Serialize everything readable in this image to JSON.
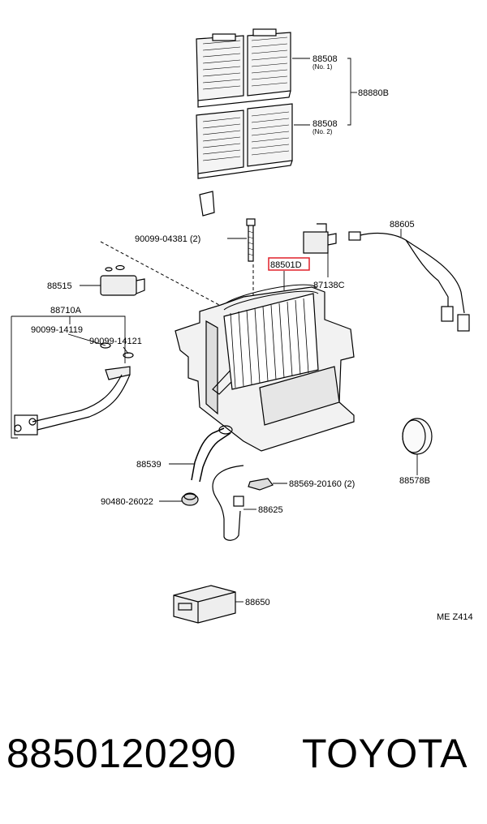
{
  "diagram": {
    "labels": {
      "filter_no1": "88508",
      "filter_no1_sub": "(No. 1)",
      "filter_no2": "88508",
      "filter_no2_sub": "(No. 2)",
      "filter_set": "88880B",
      "bolt": "90099-04381 (2)",
      "evaporator": "88501D",
      "thermistor": "87138C",
      "harness": "88605",
      "valve": "88515",
      "pipe_set": "88710A",
      "oring_1": "90099-14119",
      "oring_2": "90099-14121",
      "drain_hose": "88539",
      "grommet": "90480-26022",
      "clip": "88569-20160 (2)",
      "seal": "88578B",
      "sensor": "88625",
      "amplifier": "88650",
      "figure_code": "ME Z414"
    },
    "highlight_color": "#e0202a"
  },
  "footer": {
    "part_number": "8850120290",
    "brand": "TOYOTA"
  }
}
